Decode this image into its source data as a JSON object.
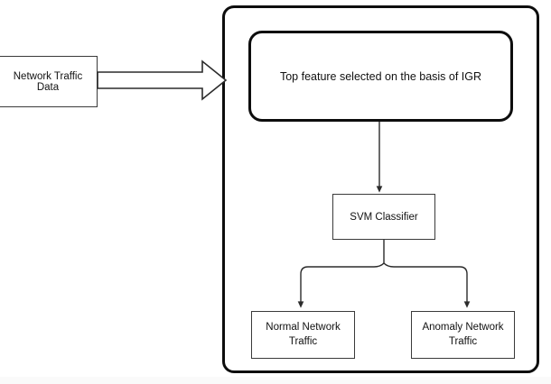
{
  "diagram": {
    "title_present": false,
    "background_color": "#ffffff",
    "container": {
      "name": "proposed-system-container",
      "border_color": "#0d0d0d",
      "rounded": true
    },
    "nodes": [
      {
        "id": "input",
        "label": "Network Traffic Data",
        "shape": "rectangle",
        "border_color": "#3a3a3a",
        "fill": "#ffffff"
      },
      {
        "id": "igr",
        "label": "Top feature selected on the basis of IGR",
        "shape": "rounded-rectangle",
        "border_color": "#0d0d0d",
        "fill": "#ffffff"
      },
      {
        "id": "svm",
        "label": "SVM Classifier",
        "shape": "rectangle",
        "border_color": "#3a3a3a",
        "fill": "#ffffff"
      },
      {
        "id": "normal",
        "label": "Normal Network\nTraffic",
        "line1": "Normal Network",
        "line2": "Traffic",
        "shape": "rectangle",
        "border_color": "#3a3a3a",
        "fill": "#ffffff"
      },
      {
        "id": "anomaly",
        "label": "Anomaly Network\nTraffic",
        "line1": "Anomaly Network",
        "line2": "Traffic",
        "shape": "rectangle",
        "border_color": "#3a3a3a",
        "fill": "#ffffff"
      }
    ],
    "edges": [
      {
        "id": "input-to-container",
        "from": "input",
        "to": "proposed-system-container",
        "style": "block-arrow-hollow",
        "direction": "right",
        "color": "#2b2b2b"
      },
      {
        "id": "igr-to-svm",
        "from": "igr",
        "to": "svm",
        "style": "line-solid-arrowhead",
        "direction": "down",
        "color": "#2b2b2b"
      },
      {
        "id": "svm-to-normal",
        "from": "svm",
        "to": "normal",
        "style": "elbow-rounded-arrowhead",
        "direction": "down-left",
        "color": "#2b2b2b"
      },
      {
        "id": "svm-to-anomaly",
        "from": "svm",
        "to": "anomaly",
        "style": "elbow-rounded-arrowhead",
        "direction": "down-right",
        "color": "#2b2b2b"
      }
    ]
  }
}
